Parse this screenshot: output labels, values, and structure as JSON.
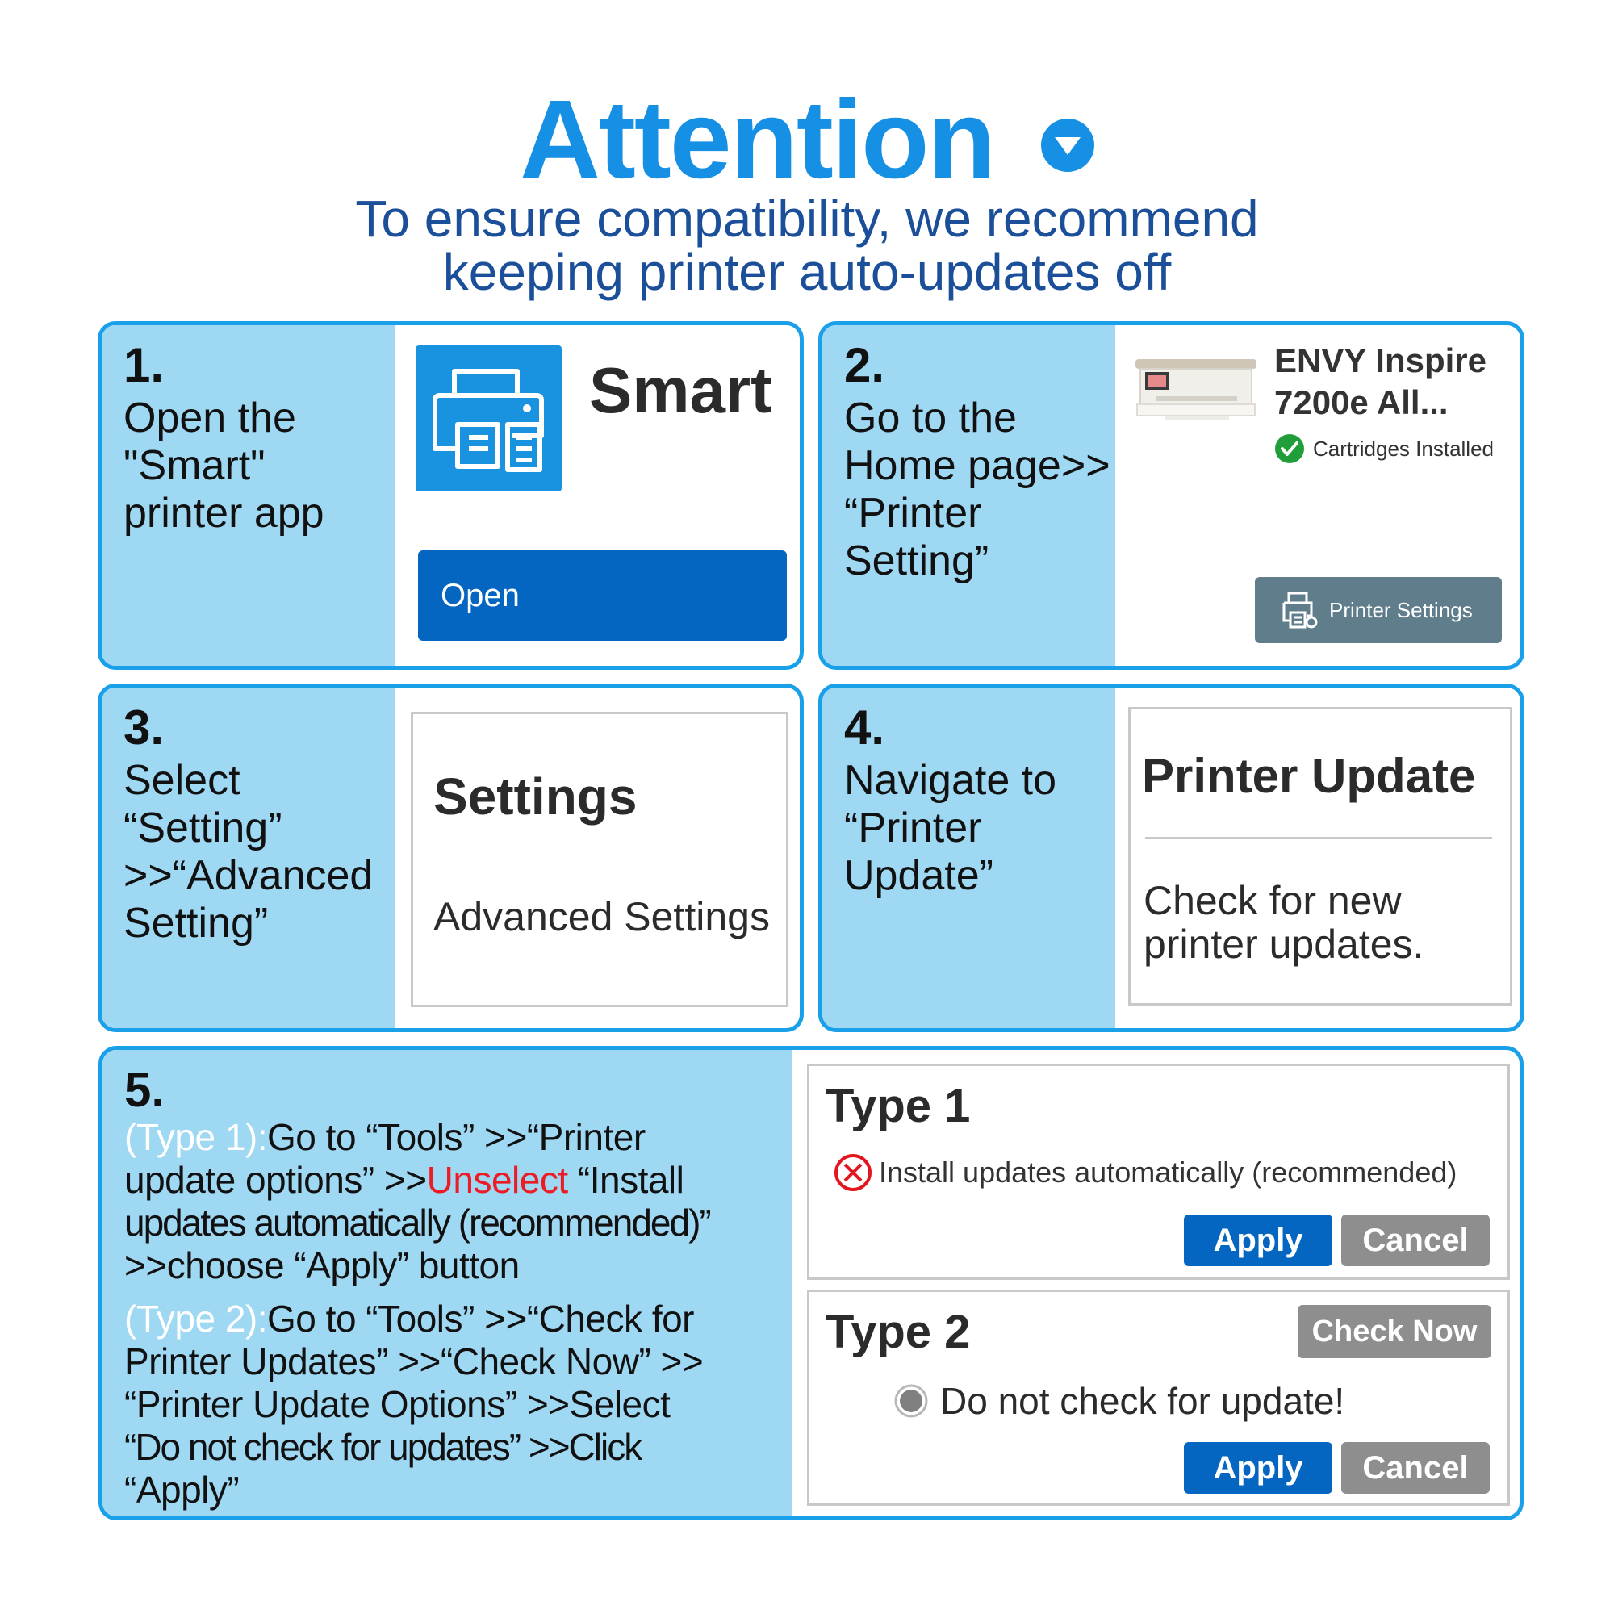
{
  "header": {
    "title": "Attention",
    "subtitle_line1": "To ensure compatibility, we recommend",
    "subtitle_line2": "keeping printer auto-updates off"
  },
  "step1": {
    "number": "1.",
    "text_lines": [
      "Open the",
      "\"Smart\"",
      "printer app"
    ],
    "app_name": "Smart",
    "open_label": "Open",
    "icon": "printer-icon"
  },
  "step2": {
    "number": "2.",
    "text_lines": [
      "Go to the",
      "Home page>>",
      "“Printer",
      "Setting”"
    ],
    "printer_name_line1": "ENVY Inspire",
    "printer_name_line2": "7200e All...",
    "status": "Cartridges Installed",
    "settings_button": "Printer Settings"
  },
  "step3": {
    "number": "3.",
    "text_lines": [
      "Select",
      "“Setting”",
      ">>“Advanced",
      "Setting”"
    ],
    "settings_title": "Settings",
    "advanced_label": "Advanced Settings"
  },
  "step4": {
    "number": "4.",
    "text_lines": [
      "Navigate to",
      "“Printer",
      "Update”"
    ],
    "update_title": "Printer Update",
    "check_line1": "Check for new",
    "check_line2": "printer updates."
  },
  "step5": {
    "number": "5.",
    "type1_prefix": "(Type 1):",
    "type1_line1": "Go to “Tools” >>“Printer",
    "type1_line2a": "update options” >>",
    "type1_unselect": "Unselect",
    "type1_line2b": " “Install",
    "type1_line3": "updates automatically (recommended)”",
    "type1_line4": " >>choose “Apply” button",
    "type2_prefix": "(Type 2):",
    "type2_line1": "Go to “Tools” >>“Check for",
    "type2_line2": "Printer Updates” >>“Check Now” >>",
    "type2_line3": "“Printer Update Options” >>Select",
    "type2_line4": "“Do not check for updates” >>Click",
    "type2_line5": "“Apply”",
    "box1_title": "Type 1",
    "box1_option": "Install updates automatically (recommended)",
    "box1_apply": "Apply",
    "box1_cancel": "Cancel",
    "box2_title": "Type 2",
    "box2_check_now": "Check Now",
    "box2_option": "Do not check for update!",
    "box2_apply": "Apply",
    "box2_cancel": "Cancel"
  },
  "colors": {
    "accent": "#1590e4",
    "subtitle": "#1b4f9a",
    "panel_border": "#1aa0e8",
    "panel_left": "#9fd8f3",
    "button_blue": "#0466c1",
    "button_gray": "#8e8e8e",
    "unselect_red": "#ec1b24"
  }
}
